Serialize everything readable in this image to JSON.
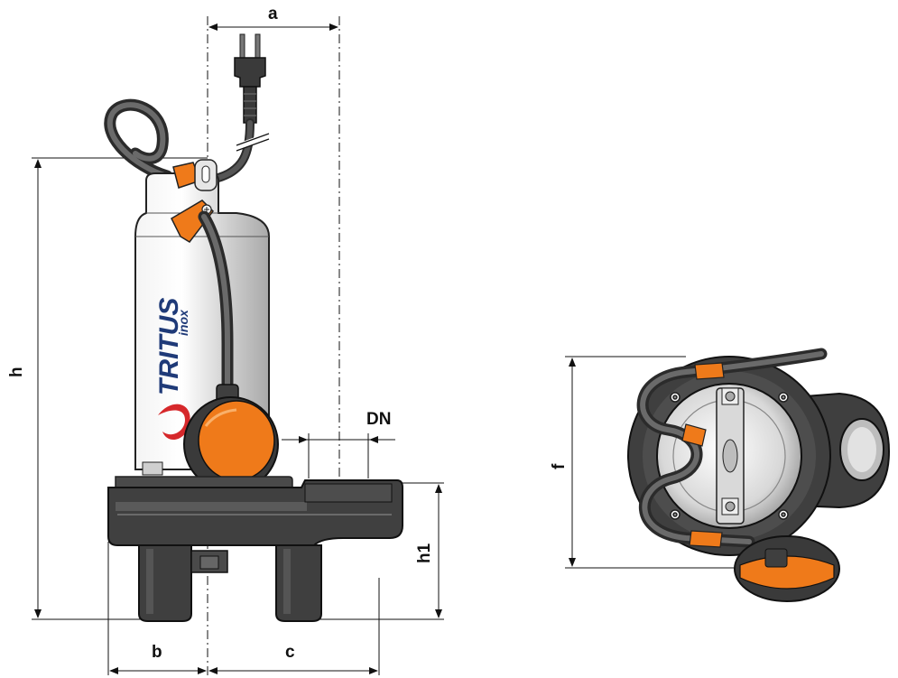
{
  "dimensions": {
    "a": "a",
    "b": "b",
    "c": "c",
    "h": "h",
    "h1": "h1",
    "dn": "DN",
    "f": "f"
  },
  "branding": {
    "name": "TRITUS",
    "sub": "inox"
  },
  "colors": {
    "orange": "#ef7a1a",
    "dark_grey": "#3f3f3f",
    "steel": "#d9d9d9",
    "outline": "#222222"
  }
}
